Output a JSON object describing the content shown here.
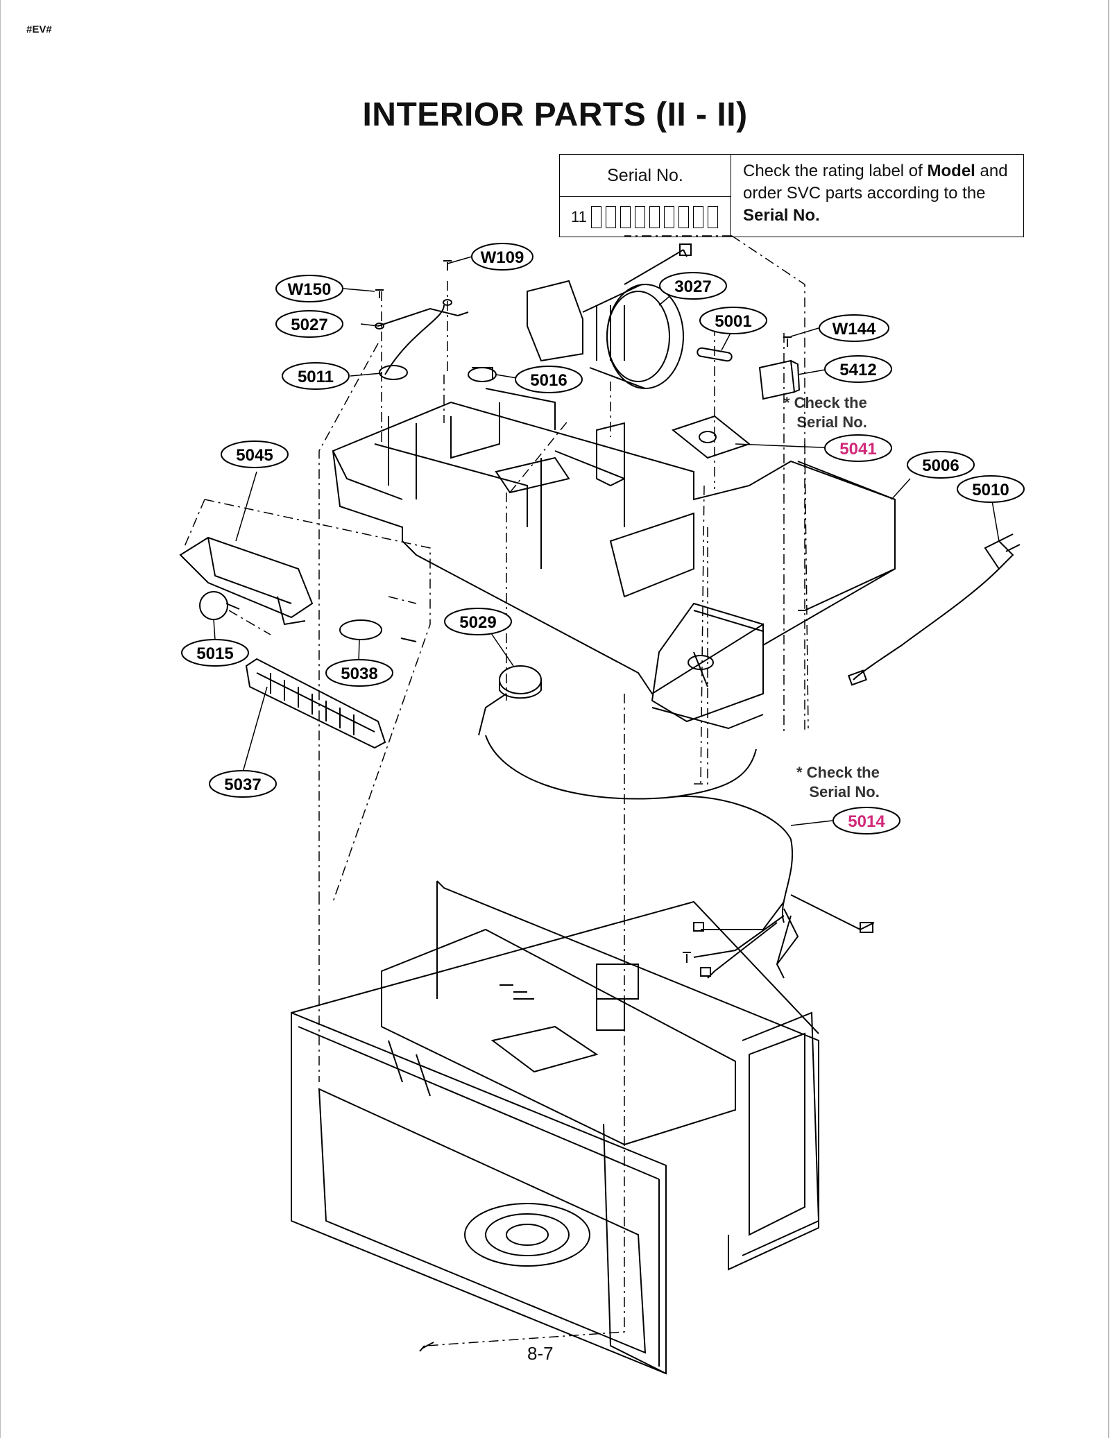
{
  "header": {
    "code": "#EV#",
    "title": "INTERIOR PARTS (II - II)",
    "page_number": "8-7"
  },
  "serial_table": {
    "heading": "Serial No.",
    "code_prefix": "11",
    "note_pre": "Check the rating label of ",
    "note_model": "Model",
    "note_mid": " and order SVC parts according to the ",
    "note_serial": "Serial No."
  },
  "check_notes": {
    "line1": "* Check the",
    "line2": "Serial No."
  },
  "callouts": [
    "W109",
    "W150",
    "5027",
    "3027",
    "5001",
    "W144",
    "5011",
    "5016",
    "5412",
    "5041",
    "5045",
    "5006",
    "5010",
    "5029",
    "5015",
    "5038",
    "5037",
    "5014"
  ],
  "colors": {
    "ink": "#000000",
    "highlight": "#d0297a"
  }
}
